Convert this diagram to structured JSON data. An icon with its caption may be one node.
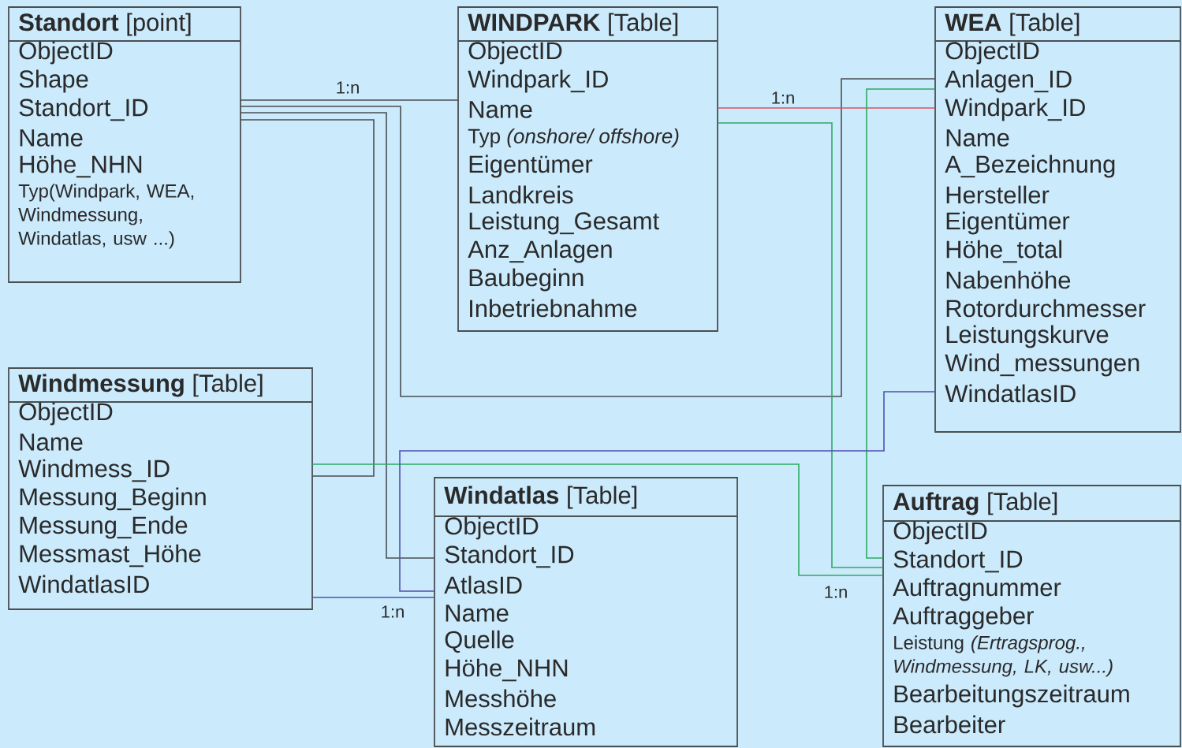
{
  "diagram": {
    "nodes": [
      {
        "text": [
          "**Standort** [point]",
          "ObjectID",
          "Shape",
          "Standort_ID",
          "Name",
          "Höhe_NHN",
          "Typ(Windpark, WEA, Windmessung, Windatlas, usw ...)"
        ]
      },
      {
        "text": [
          "**WINDPARK** [Table]",
          "ObjectID",
          "Windpark_ID",
          "Name",
          "Typ *(onshore/ offshore)*",
          "Eigentümer",
          "Landkreis",
          "Leistung_Gesamt",
          "Anz_Anlagen",
          "Baubeginn",
          "Inbetriebnahme"
        ]
      },
      {
        "text": [
          "**WEA** [Table]",
          "ObjectID",
          "Anlagen_ID",
          "Windpark_ID",
          "Name",
          "A_Bezeichnung",
          "Hersteller",
          "Eigentümer",
          "Höhe_total",
          "Nabenhöhe",
          "Rotordurchmesser",
          "Leistungskurve",
          "Wind_messungen",
          "WindatlasID"
        ]
      },
      {
        "text": [
          "**Windmessung** [Table]",
          "ObjectID",
          "Name",
          "Windmess_ID",
          "Messung_Beginn",
          "Messung_Ende",
          "Messmast_Höhe",
          "WindatlasID"
        ]
      },
      {
        "text": [
          "**Windatlas** [Table]",
          "ObjectID",
          "Standort_ID",
          "AtlasID",
          "Name",
          "Quelle",
          "Höhe_NHN",
          "Messhöhe",
          "Messzeitraum"
        ]
      },
      {
        "text": [
          "**Auftrag** [Table]",
          "ObjectID",
          "Standort_ID",
          "Auftragnummer",
          "Auftraggeber",
          "Leistung *(Ertragsprog., Windmessung, LK, usw...)*",
          "Bearbeitungszeitraum",
          "Bearbeiter"
        ]
      }
    ],
    "edges": [
      {
        "from": 0,
        "to": 1,
        "arrow": "none",
        "label": "1:n"
      },
      {
        "from": 0,
        "to": 2,
        "arrow": "none"
      },
      {
        "from": 0,
        "to": 4,
        "arrow": "none"
      },
      {
        "from": 0,
        "to": 3,
        "arrow": "none"
      },
      {
        "from": 1,
        "to": 2,
        "arrow": "none",
        "label": "1:n",
        "color": "#e0505e"
      },
      {
        "from": 1,
        "to": 5,
        "arrow": "none",
        "color": "#2eaa62"
      },
      {
        "from": 2,
        "to": 5,
        "arrow": "none",
        "color": "#2eaa62"
      },
      {
        "from": 3,
        "to": 5,
        "arrow": "none",
        "label": "1:n",
        "color": "#2eaa62"
      },
      {
        "from": 2,
        "to": 4,
        "arrow": "none",
        "color": "#5050b0"
      },
      {
        "from": 3,
        "to": 4,
        "arrow": "none",
        "label": "1:n",
        "color": "#5050b0"
      }
    ]
  }
}
